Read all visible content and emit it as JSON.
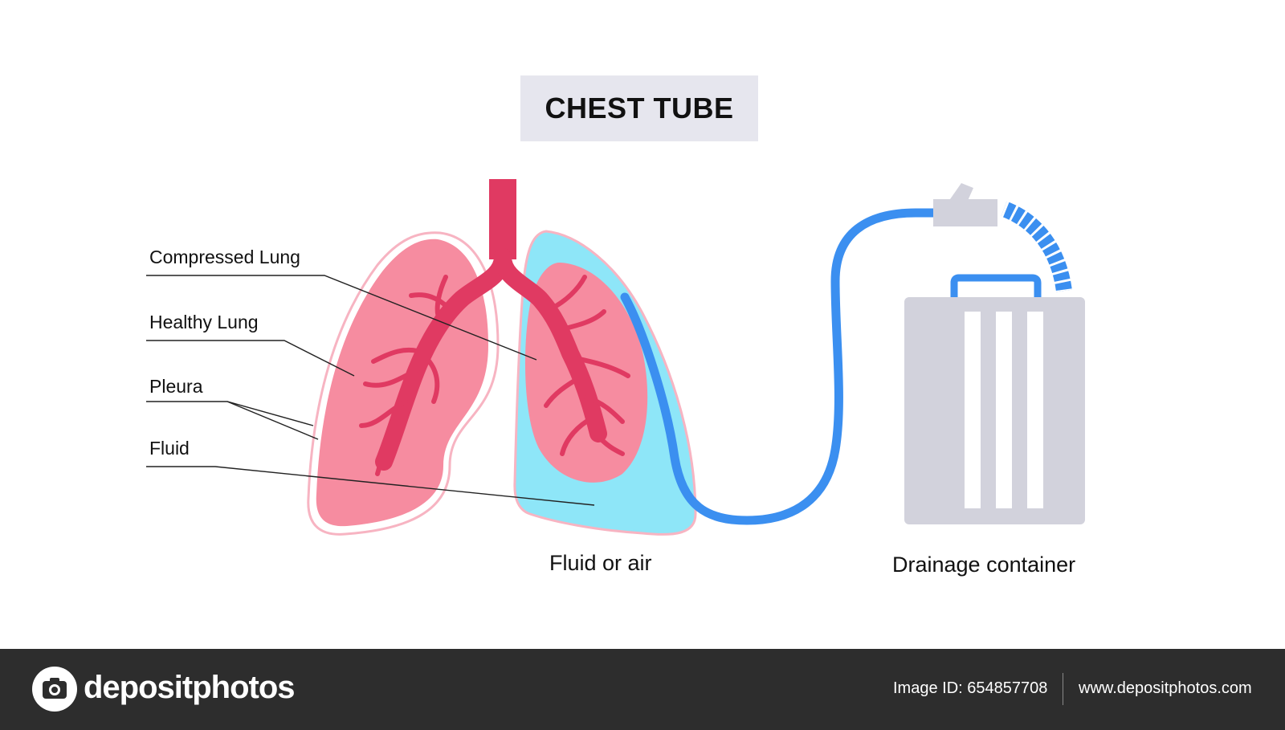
{
  "title": "CHEST TUBE",
  "labels": {
    "compressed_lung": "Compressed Lung",
    "healthy_lung": "Healthy Lung",
    "pleura": "Pleura",
    "fluid": "Fluid"
  },
  "captions": {
    "fluid_or_air": "Fluid or air",
    "drainage_container": "Drainage container"
  },
  "footer": {
    "brand": "depositphotos",
    "image_id": "Image ID: 654857708",
    "url": "www.depositphotos.com"
  },
  "colors": {
    "lung_pink": "#f68ca0",
    "trachea_red": "#e03a62",
    "fluid_blue": "#8ee6f8",
    "tube_blue": "#3b8ff0",
    "container_gray": "#d2d2dc",
    "title_bg": "#e6e6ee",
    "footer_bg": "#2d2d2d"
  },
  "icons": {
    "brand_logo": "camera-icon"
  }
}
